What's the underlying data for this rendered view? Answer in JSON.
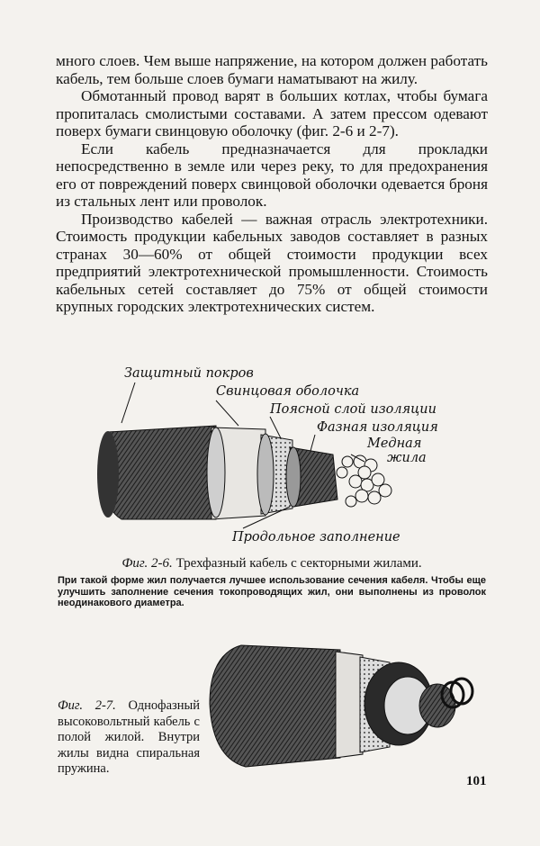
{
  "paragraphs": [
    "много слоев. Чем выше напряжение, на котором должен работать кабель, тем больше слоев бумаги наматывают на жилу.",
    "Обмотанный провод варят в больших котлах, чтобы бумага пропиталась смолистыми составами. А затем прессом одевают поверх бумаги свинцовую оболочку (фиг. 2-6 и 2-7).",
    "Если кабель предназначается для прокладки непосредственно в земле или через реку, то для предохранения его от повреждений поверх свинцовой оболочки одевается броня из стальных лент или проволок.",
    "Производство кабелей — важная отрасль электротехники. Стоимость продукции кабельных заводов составляет в разных странах 30—60% от общей стоимости продукции всех предприятий электротехнической промышленности. Стоимость кабельных сетей составляет до 75% от общей стоимости крупных городских электротехнических систем."
  ],
  "figure_2_6": {
    "labels": {
      "protective_cover": "Защитный покров",
      "lead_sheath": "Свинцовая оболочка",
      "belt_insulation": "Поясной слой изоляции",
      "phase_insulation": "Фазная изоляция",
      "copper_core_1": "Медная",
      "copper_core_2": "жила",
      "longitudinal_filling": "Продольное заполнение"
    },
    "number": "Фиг. 2-6.",
    "title": "Трехфазный кабель с секторными жилами.",
    "note": "При такой форме жил получается лучшее использование сечения кабеля. Чтобы еще улучшить заполнение сечения токопроводящих жил, они выполнены из проволок неодинакового диаметра."
  },
  "figure_2_7": {
    "number": "Фиг. 2-7.",
    "caption": "Однофазный высоковольтный кабель с полой жилой. Внутри жилы видна спиральная пружина."
  },
  "page_number": "101"
}
